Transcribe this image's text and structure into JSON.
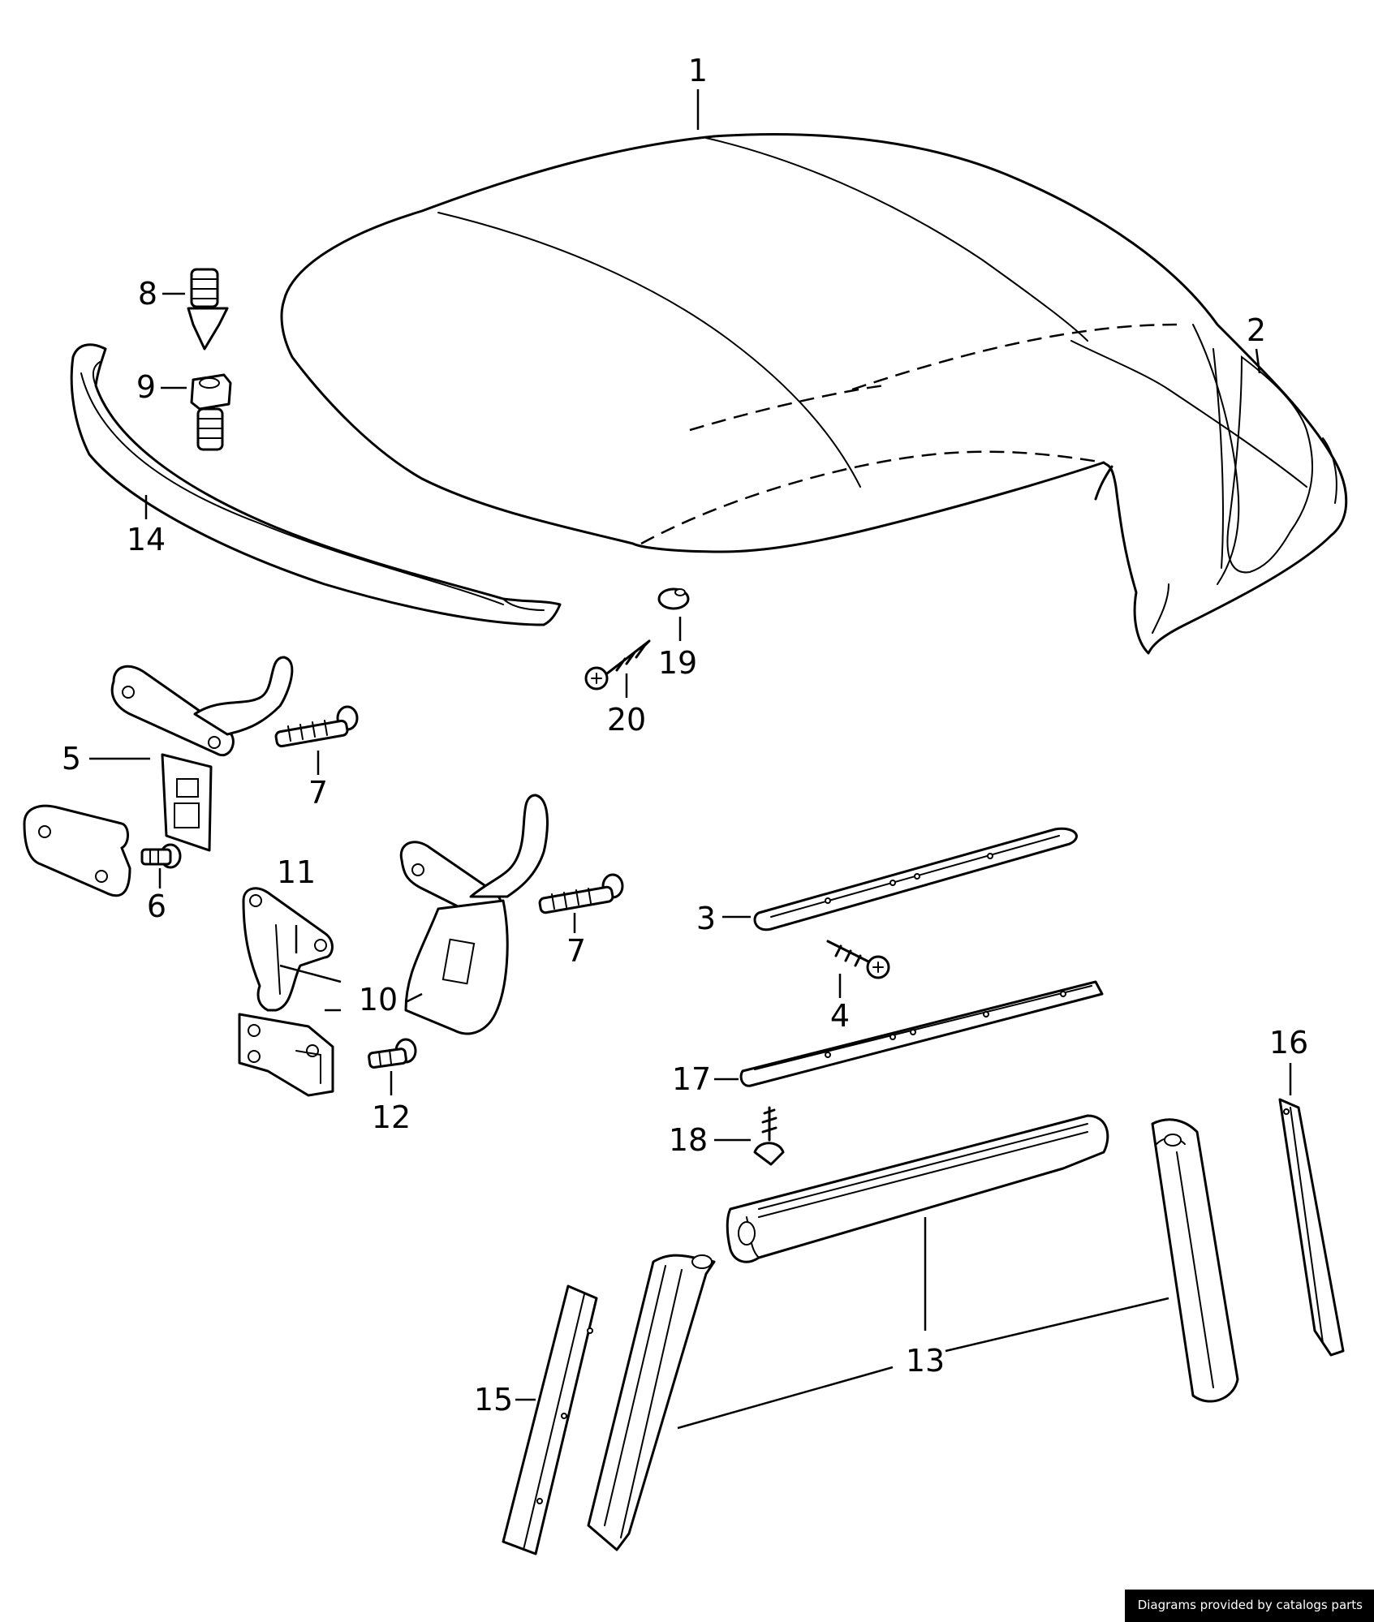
{
  "diagram": {
    "callouts": [
      {
        "id": "1",
        "label": "1"
      },
      {
        "id": "2",
        "label": "2"
      },
      {
        "id": "3",
        "label": "3"
      },
      {
        "id": "4",
        "label": "4"
      },
      {
        "id": "5",
        "label": "5"
      },
      {
        "id": "6",
        "label": "6"
      },
      {
        "id": "7a",
        "label": "7"
      },
      {
        "id": "7b",
        "label": "7"
      },
      {
        "id": "8",
        "label": "8"
      },
      {
        "id": "9",
        "label": "9"
      },
      {
        "id": "10",
        "label": "10"
      },
      {
        "id": "11",
        "label": "11"
      },
      {
        "id": "12",
        "label": "12"
      },
      {
        "id": "13",
        "label": "13"
      },
      {
        "id": "14",
        "label": "14"
      },
      {
        "id": "15",
        "label": "15"
      },
      {
        "id": "16",
        "label": "16"
      },
      {
        "id": "17",
        "label": "17"
      },
      {
        "id": "18",
        "label": "18"
      },
      {
        "id": "19",
        "label": "19"
      },
      {
        "id": "20",
        "label": "20"
      }
    ]
  },
  "footer": {
    "credit": "Diagrams provided by catalogs parts"
  }
}
